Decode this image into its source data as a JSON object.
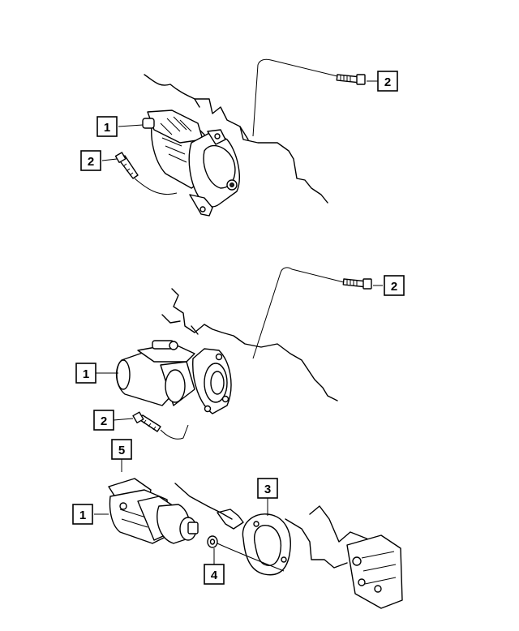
{
  "diagram": {
    "callouts": [
      {
        "id": "c1a",
        "label": "1"
      },
      {
        "id": "c2a",
        "label": "2"
      },
      {
        "id": "c2b",
        "label": "2"
      },
      {
        "id": "c1b",
        "label": "1"
      },
      {
        "id": "c2c",
        "label": "2"
      },
      {
        "id": "c2d",
        "label": "2"
      },
      {
        "id": "c5",
        "label": "5"
      },
      {
        "id": "c1c",
        "label": "1"
      },
      {
        "id": "c3",
        "label": "3"
      },
      {
        "id": "c4",
        "label": "4"
      }
    ]
  }
}
